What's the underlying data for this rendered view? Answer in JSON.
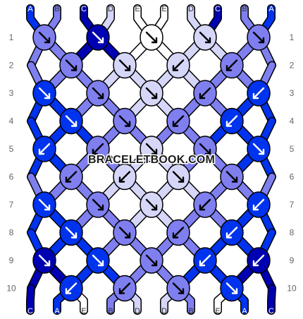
{
  "title": "",
  "watermark": "BRACELETBOOK.COM",
  "colors": {
    "A": "#0000b3",
    "B": "#0033ee",
    "C": "#7f7ff0",
    "D": "#d6d6f8",
    "E": "#ffffff",
    "outline": "#000000"
  },
  "strands_top": [
    "A",
    "B",
    "C",
    "D",
    "E",
    "E",
    "D",
    "C",
    "B",
    "A"
  ],
  "strands_top_colors": [
    "B",
    "C",
    "A",
    "D",
    "E",
    "E",
    "D",
    "A",
    "C",
    "B"
  ],
  "strands_bottom": [
    "C",
    "A",
    "E",
    "B",
    "D",
    "D",
    "B",
    "E",
    "A",
    "C"
  ],
  "strands_bottom_colors": [
    "A",
    "B",
    "E",
    "C",
    "D",
    "D",
    "C",
    "E",
    "B",
    "A"
  ],
  "rows": [
    {
      "number": "1",
      "knots": [
        {
          "c": "C",
          "d": "dr"
        },
        {
          "c": "A",
          "d": "dr"
        },
        {
          "c": "E",
          "d": "dr"
        },
        {
          "c": "D",
          "d": "dr"
        },
        {
          "c": "C",
          "d": "dr"
        }
      ]
    },
    {
      "number": "2",
      "knots": [
        {
          "c": "C",
          "d": "dr"
        },
        {
          "c": "D",
          "d": "dr"
        },
        {
          "c": "D",
          "d": "dl"
        },
        {
          "c": "C",
          "d": "dl"
        }
      ]
    },
    {
      "number": "3",
      "knots": [
        {
          "c": "B",
          "d": "dr"
        },
        {
          "c": "C",
          "d": "dr"
        },
        {
          "c": "D",
          "d": "dr"
        },
        {
          "c": "C",
          "d": "dl"
        },
        {
          "c": "B",
          "d": "dl"
        }
      ]
    },
    {
      "number": "4",
      "knots": [
        {
          "c": "B",
          "d": "dr"
        },
        {
          "c": "C",
          "d": "dr"
        },
        {
          "c": "C",
          "d": "dl"
        },
        {
          "c": "B",
          "d": "dl"
        }
      ]
    },
    {
      "number": "5",
      "knots": [
        {
          "c": "B",
          "d": "dl"
        },
        {
          "c": "C",
          "d": "dl"
        },
        {
          "c": "D",
          "d": "dr"
        },
        {
          "c": "C",
          "d": "dr"
        },
        {
          "c": "B",
          "d": "dr"
        }
      ]
    },
    {
      "number": "6",
      "knots": [
        {
          "c": "C",
          "d": "dl"
        },
        {
          "c": "D",
          "d": "dl"
        },
        {
          "c": "D",
          "d": "dr"
        },
        {
          "c": "C",
          "d": "dr"
        }
      ]
    },
    {
      "number": "7",
      "knots": [
        {
          "c": "B",
          "d": "dr"
        },
        {
          "c": "C",
          "d": "dr"
        },
        {
          "c": "D",
          "d": "dr"
        },
        {
          "c": "C",
          "d": "dl"
        },
        {
          "c": "B",
          "d": "dl"
        }
      ]
    },
    {
      "number": "8",
      "knots": [
        {
          "c": "B",
          "d": "dr"
        },
        {
          "c": "C",
          "d": "dr"
        },
        {
          "c": "C",
          "d": "dl"
        },
        {
          "c": "B",
          "d": "dl"
        }
      ]
    },
    {
      "number": "9",
      "knots": [
        {
          "c": "A",
          "d": "dr"
        },
        {
          "c": "B",
          "d": "dr"
        },
        {
          "c": "C",
          "d": "dr"
        },
        {
          "c": "B",
          "d": "dl"
        },
        {
          "c": "A",
          "d": "dl"
        }
      ]
    },
    {
      "number": "10",
      "knots": [
        {
          "c": "B",
          "d": "dl"
        },
        {
          "c": "C",
          "d": "dl"
        },
        {
          "c": "C",
          "d": "dr"
        },
        {
          "c": "B",
          "d": "dr"
        }
      ]
    }
  ]
}
